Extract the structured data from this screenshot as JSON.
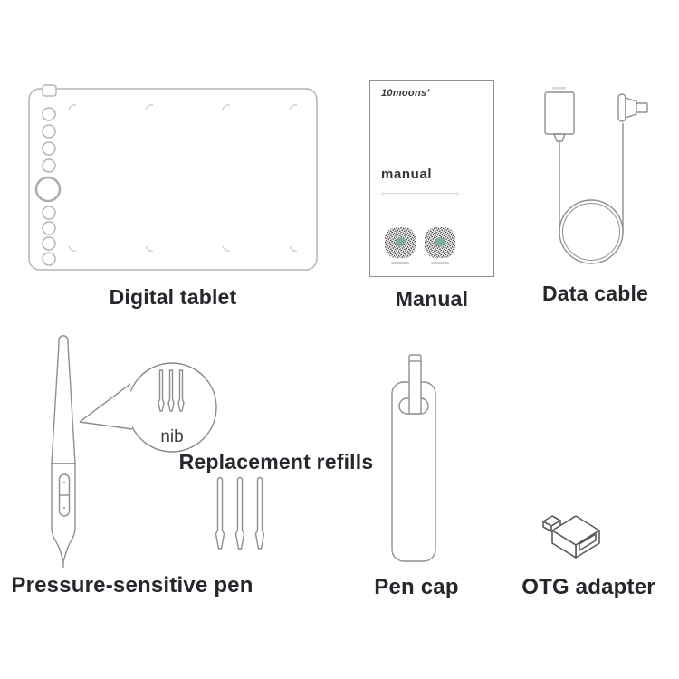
{
  "image_type": "product package contents diagram",
  "colors": {
    "background": "#ffffff",
    "label_text": "#26262c",
    "tablet_outline": "#b5b5b5",
    "drawing_outline": "#8f8f8f",
    "qr_center_teal": "#7fae9e"
  },
  "items": {
    "digital_tablet": {
      "label": "Digital tablet"
    },
    "manual": {
      "label": "Manual",
      "logo": "10moons’",
      "cover_title": "manual"
    },
    "data_cable": {
      "label": "Data cable"
    },
    "pen": {
      "label": "Pressure-sensitive pen",
      "callout": "nib"
    },
    "refills": {
      "label": "Replacement refills"
    },
    "pen_cap": {
      "label": "Pen cap"
    },
    "otg": {
      "label": "OTG adapter"
    }
  }
}
